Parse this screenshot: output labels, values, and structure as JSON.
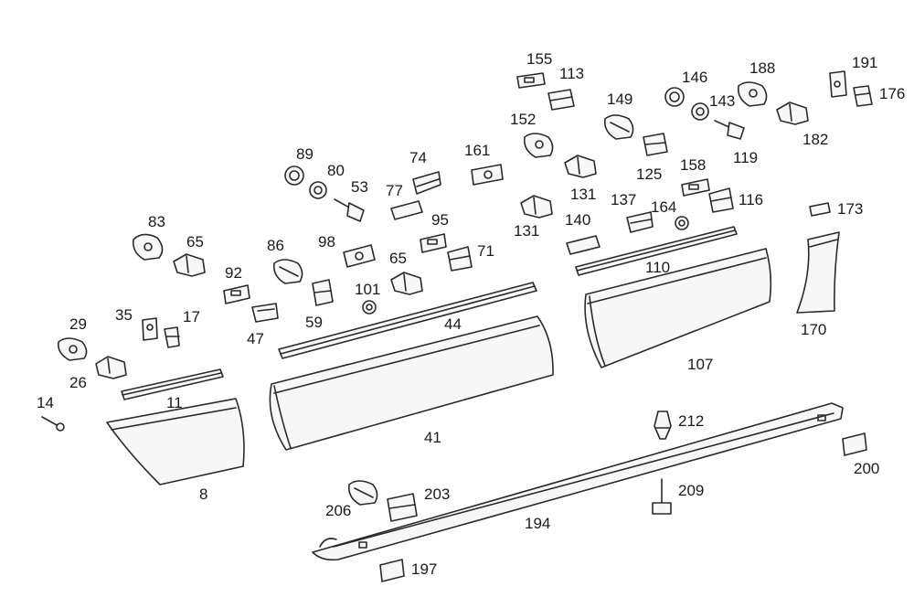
{
  "diagram": {
    "labels": [
      "155",
      "113",
      "146",
      "188",
      "191",
      "176",
      "149",
      "143",
      "152",
      "182",
      "119",
      "125",
      "161",
      "89",
      "80",
      "74",
      "53",
      "77",
      "95",
      "131",
      "158",
      "116",
      "173",
      "137",
      "140",
      "164",
      "131",
      "83",
      "65",
      "98",
      "71",
      "86",
      "65",
      "92",
      "110",
      "101",
      "59",
      "47",
      "44",
      "35",
      "17",
      "29",
      "107",
      "170",
      "26",
      "11",
      "14",
      "41",
      "212",
      "8",
      "200",
      "209",
      "203",
      "206",
      "194",
      "197"
    ]
  }
}
